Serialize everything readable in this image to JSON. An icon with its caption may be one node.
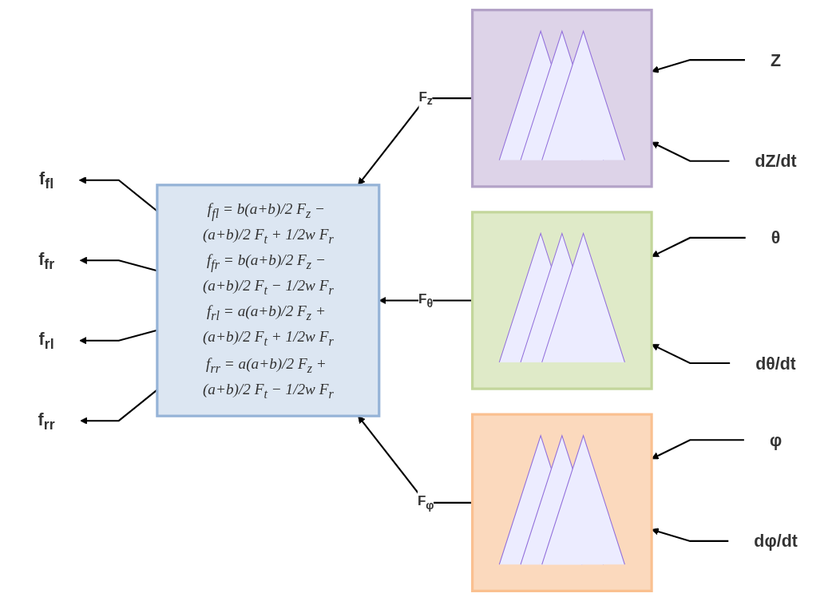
{
  "diagram": {
    "nodes": [
      {
        "text": [
          "f$_{fl}$"
        ]
      },
      {
        "text": [
          "f$_{fr}$"
        ]
      },
      {
        "text": [
          "f$_{rl}$"
        ]
      },
      {
        "text": [
          "f$_{rr}$"
        ]
      },
      {
        "text": [
          "f$_{fl}$ = b(a+b)/2 F$_{z}$ − (a+b)/2 F$_{t}$ + 1/2w F$_{r}$",
          "f$_{fr}$ = b(a+b)/2 F$_{z}$ − (a+b)/2 F$_{t}$ − 1/2w F$_{r}$",
          "f$_{rl}$ = a(a+b)/2 F$_{z}$ + (a+b)/2 F$_{t}$ + 1/2w F$_{r}$",
          "f$_{rr}$ = a(a+b)/2 F$_{z}$ + (a+b)/2 F$_{t}$ − 1/2w F$_{r}$"
        ]
      },
      {
        "text": [],
        "shape": "picture"
      },
      {
        "text": [],
        "shape": "picture"
      },
      {
        "text": [],
        "shape": "picture"
      },
      {
        "text": [
          "Z"
        ]
      },
      {
        "text": [
          "dZ/dt"
        ]
      },
      {
        "text": [
          "θ"
        ]
      },
      {
        "text": [
          "dθ/dt"
        ]
      },
      {
        "text": [
          "φ"
        ]
      },
      {
        "text": [
          "dφ/dt"
        ]
      }
    ],
    "edges": [
      {
        "from": 8,
        "to": 5,
        "arrow": "to"
      },
      {
        "from": 9,
        "to": 5,
        "arrow": "to"
      },
      {
        "from": 10,
        "to": 6,
        "arrow": "to"
      },
      {
        "from": 11,
        "to": 6,
        "arrow": "to"
      },
      {
        "from": 12,
        "to": 7,
        "arrow": "to"
      },
      {
        "from": 13,
        "to": 7,
        "arrow": "to"
      },
      {
        "from": 5,
        "to": 4,
        "arrow": "to",
        "label": "F$_{z}$"
      },
      {
        "from": 6,
        "to": 4,
        "arrow": "to",
        "label": "F$_{θ}$"
      },
      {
        "from": 7,
        "to": 4,
        "arrow": "to",
        "label": "F$_{φ}$"
      },
      {
        "from": 4,
        "to": 0,
        "arrow": "to"
      },
      {
        "from": 4,
        "to": 1,
        "arrow": "to"
      },
      {
        "from": 4,
        "to": 2,
        "arrow": "to"
      },
      {
        "from": 4,
        "to": 3,
        "arrow": "to"
      }
    ]
  }
}
